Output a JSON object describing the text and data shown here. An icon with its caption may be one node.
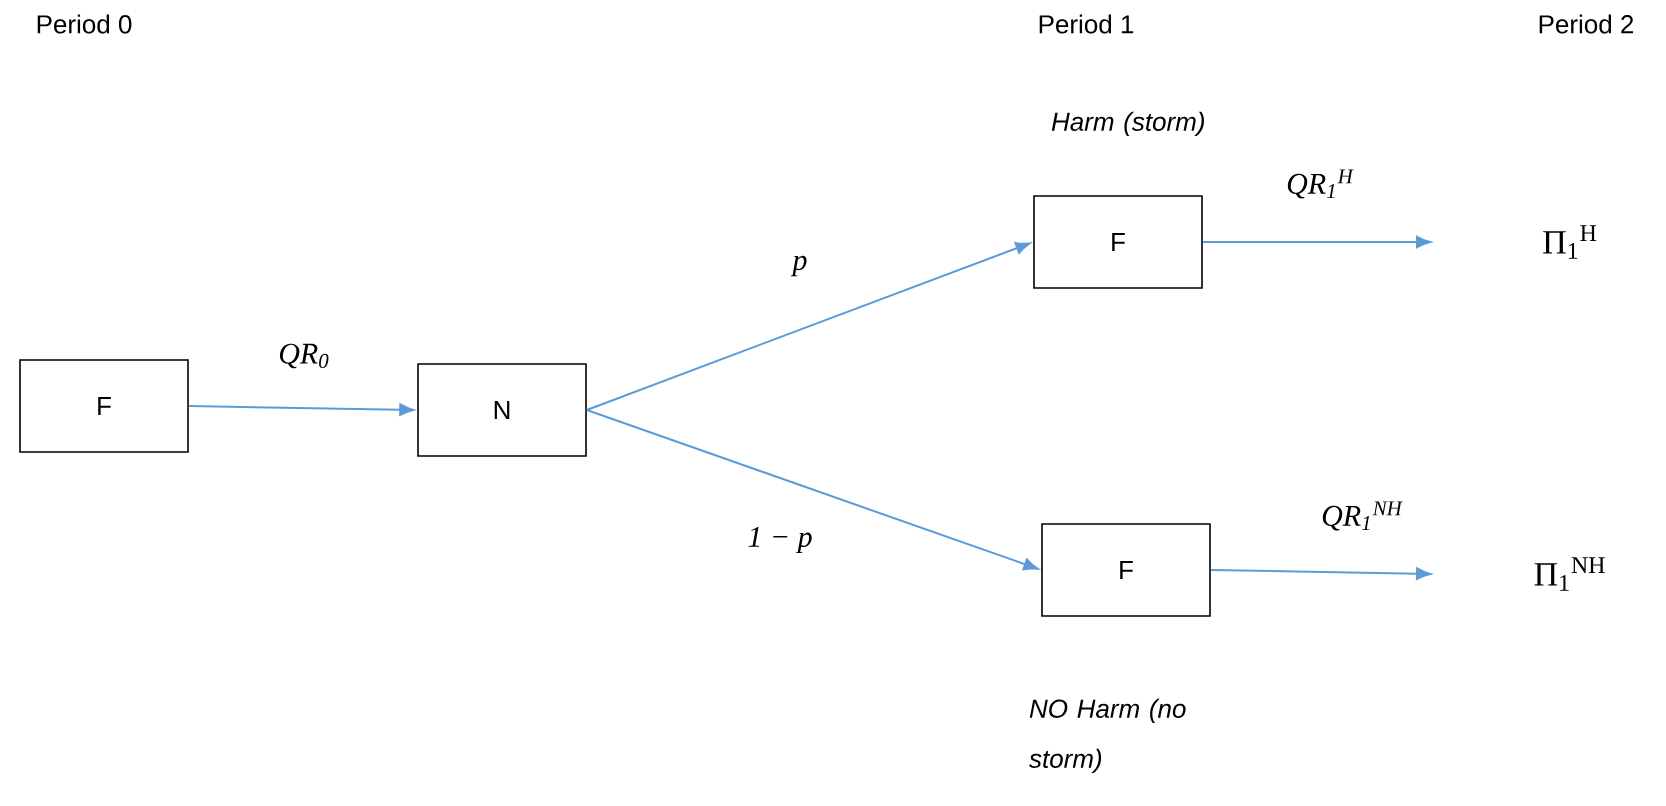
{
  "diagram": {
    "nodes": [
      {
        "text": [
          "F"
        ]
      },
      {
        "text": [
          "N"
        ]
      },
      {
        "text": [
          "F"
        ],
        "beside": [
          "Harm (storm)"
        ]
      },
      {
        "text": [
          "F"
        ],
        "beside": [
          "NO Harm (no storm)"
        ]
      },
      {
        "text": [
          "Π$_{1}$$^{H}$"
        ]
      },
      {
        "text": [
          "Π$_{1}$$^{NH}$"
        ]
      }
    ],
    "edges": [
      {
        "from": 0,
        "to": 1,
        "arrow": "to",
        "label": "QR$_{0}$"
      },
      {
        "from": 1,
        "to": 2,
        "arrow": "to",
        "label": "p"
      },
      {
        "from": 1,
        "to": 3,
        "arrow": "to",
        "label": "1 − p"
      },
      {
        "from": 2,
        "to": 4,
        "arrow": "to",
        "label": "QR$_{1}$$^{H}$"
      },
      {
        "from": 3,
        "to": 5,
        "arrow": "to",
        "label": "QR$_{1}$$^{NH}$"
      }
    ],
    "labels": [
      "Period 0",
      "Period 1",
      "Period 2"
    ]
  }
}
